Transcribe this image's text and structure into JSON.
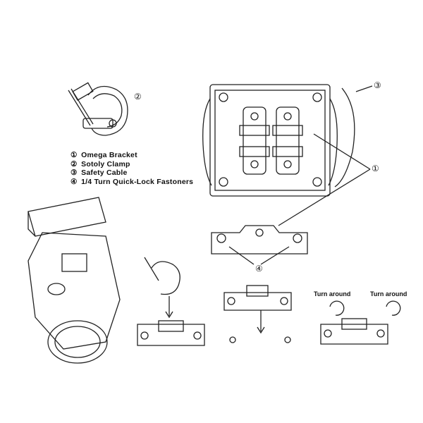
{
  "legend": [
    {
      "num": "①",
      "label": "Omega Bracket"
    },
    {
      "num": "②",
      "label": "Sotoly Clamp"
    },
    {
      "num": "③",
      "label": "Safety Cable"
    },
    {
      "num": "④",
      "label": "1/4 Turn Quick-Lock Fastoners"
    }
  ],
  "callouts": {
    "clamp": "②",
    "cable": "③",
    "bracket": "①",
    "fasteners": "④"
  },
  "turn_labels": [
    "Turn around",
    "Turn around"
  ]
}
